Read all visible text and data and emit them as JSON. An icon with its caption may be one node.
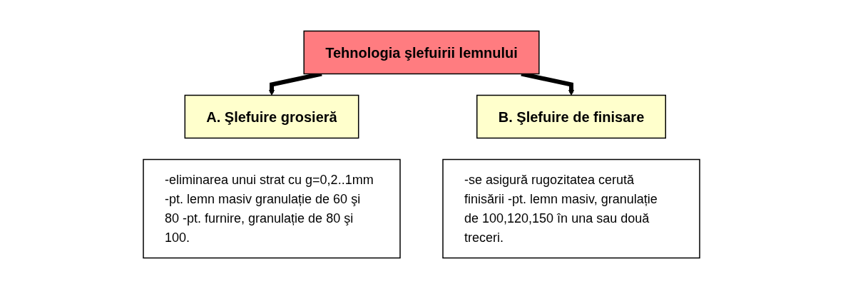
{
  "diagram": {
    "nodes": [
      {
        "text": [
          "Tehnologia şlefuirii lemnului"
        ]
      },
      {
        "text": [
          "A. Şlefuire grosieră"
        ]
      },
      {
        "text": [
          "-eliminarea unui strat cu g=0,2..1mm -pt. lemn masiv granulație de 60 şi 80 -pt. furnire, granulație de 80 şi 100."
        ]
      },
      {
        "text": [
          "B. Şlefuire de finisare"
        ]
      },
      {
        "text": [
          "-se asigură rugozitatea cerută finisării -pt. lemn masiv, granulație de 100,120,150 în una sau două treceri."
        ]
      }
    ],
    "edges": [
      {
        "from": 0,
        "to": 1,
        "arrow": "to"
      },
      {
        "from": 0,
        "to": 3,
        "arrow": "to"
      }
    ]
  }
}
